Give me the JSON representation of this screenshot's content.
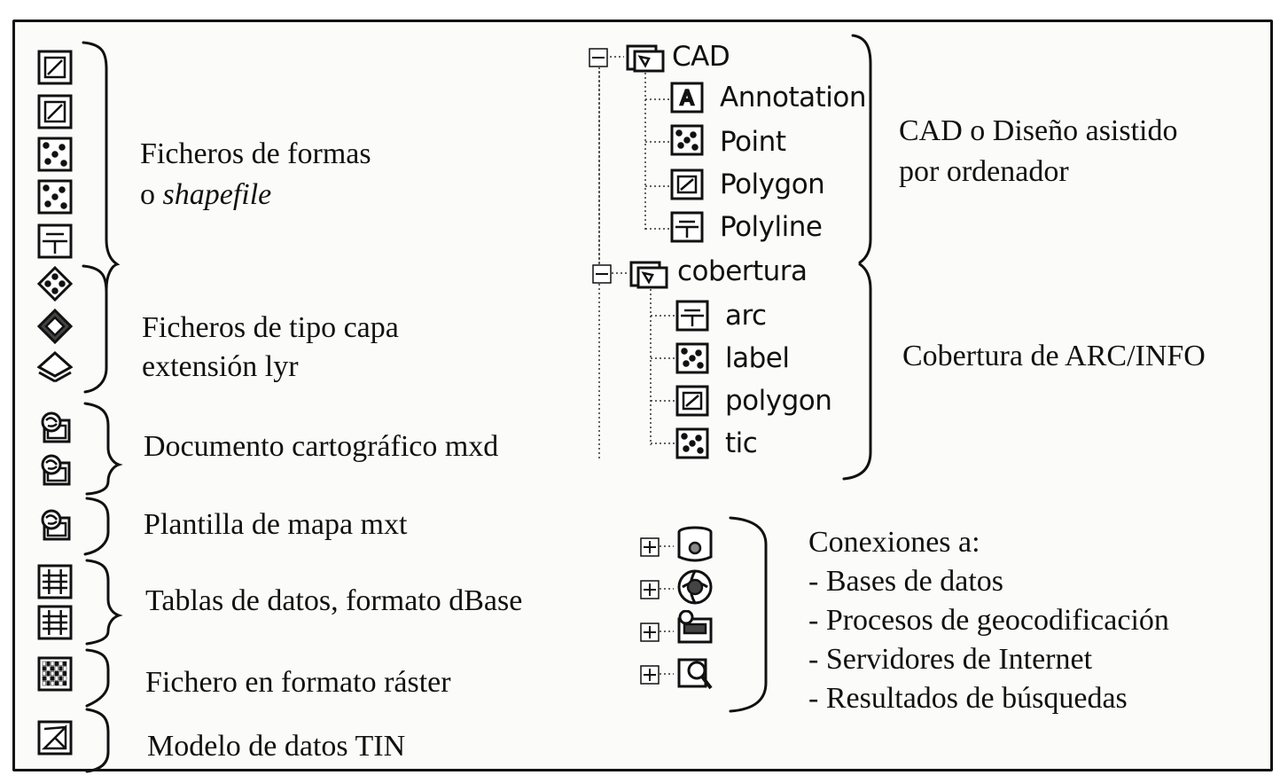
{
  "left_groups": [
    {
      "line1": "Ficheros de formas",
      "line2_prefix": "o ",
      "line2_italic": "shapefile"
    },
    {
      "line1": "Ficheros de tipo capa",
      "line2": "extensión lyr"
    },
    {
      "line1": "Documento cartográfico mxd"
    },
    {
      "line1": "Plantilla de mapa mxt"
    },
    {
      "line1": "Tablas de datos, formato dBase"
    },
    {
      "line1": "Fichero en formato ráster"
    },
    {
      "line1": "Modelo de datos TIN"
    }
  ],
  "left_icons": [
    "polygon-shapefile-icon",
    "polygon-shapefile-icon",
    "point-shapefile-icon",
    "point-shapefile-icon",
    "line-shapefile-icon",
    "layer-point-icon",
    "layer-polygon-icon",
    "layer-group-icon",
    "map-document-icon",
    "map-document-icon",
    "map-template-icon",
    "dbase-table-icon",
    "dbase-table-icon",
    "raster-grid-icon",
    "tin-icon"
  ],
  "cad_tree": {
    "root": "CAD",
    "children": [
      "Annotation",
      "Point",
      "Polygon",
      "Polyline"
    ]
  },
  "coverage_tree": {
    "root": "cobertura",
    "children": [
      "arc",
      "label",
      "polygon",
      "tic"
    ]
  },
  "right_labels": {
    "cad_line1": "CAD o Diseño asistido",
    "cad_line2": "por ordenador",
    "coverage": "Cobertura de ARC/INFO"
  },
  "connections": {
    "title": "Conexiones a:",
    "items": [
      "- Bases de datos",
      "- Procesos de geocodificación",
      "- Servidores de Internet",
      "- Resultados de búsquedas"
    ],
    "icons": [
      "database-connection-icon",
      "geocoding-connection-icon",
      "internet-server-icon",
      "search-results-icon"
    ]
  }
}
